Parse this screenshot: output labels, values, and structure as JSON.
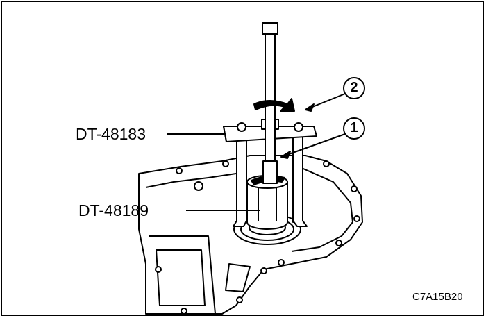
{
  "callouts": [
    {
      "number": "1"
    },
    {
      "number": "2"
    }
  ],
  "tool_labels": {
    "remover": "DT-48183",
    "adapter": "DT-48189"
  },
  "figure_code": "C7A15B20"
}
